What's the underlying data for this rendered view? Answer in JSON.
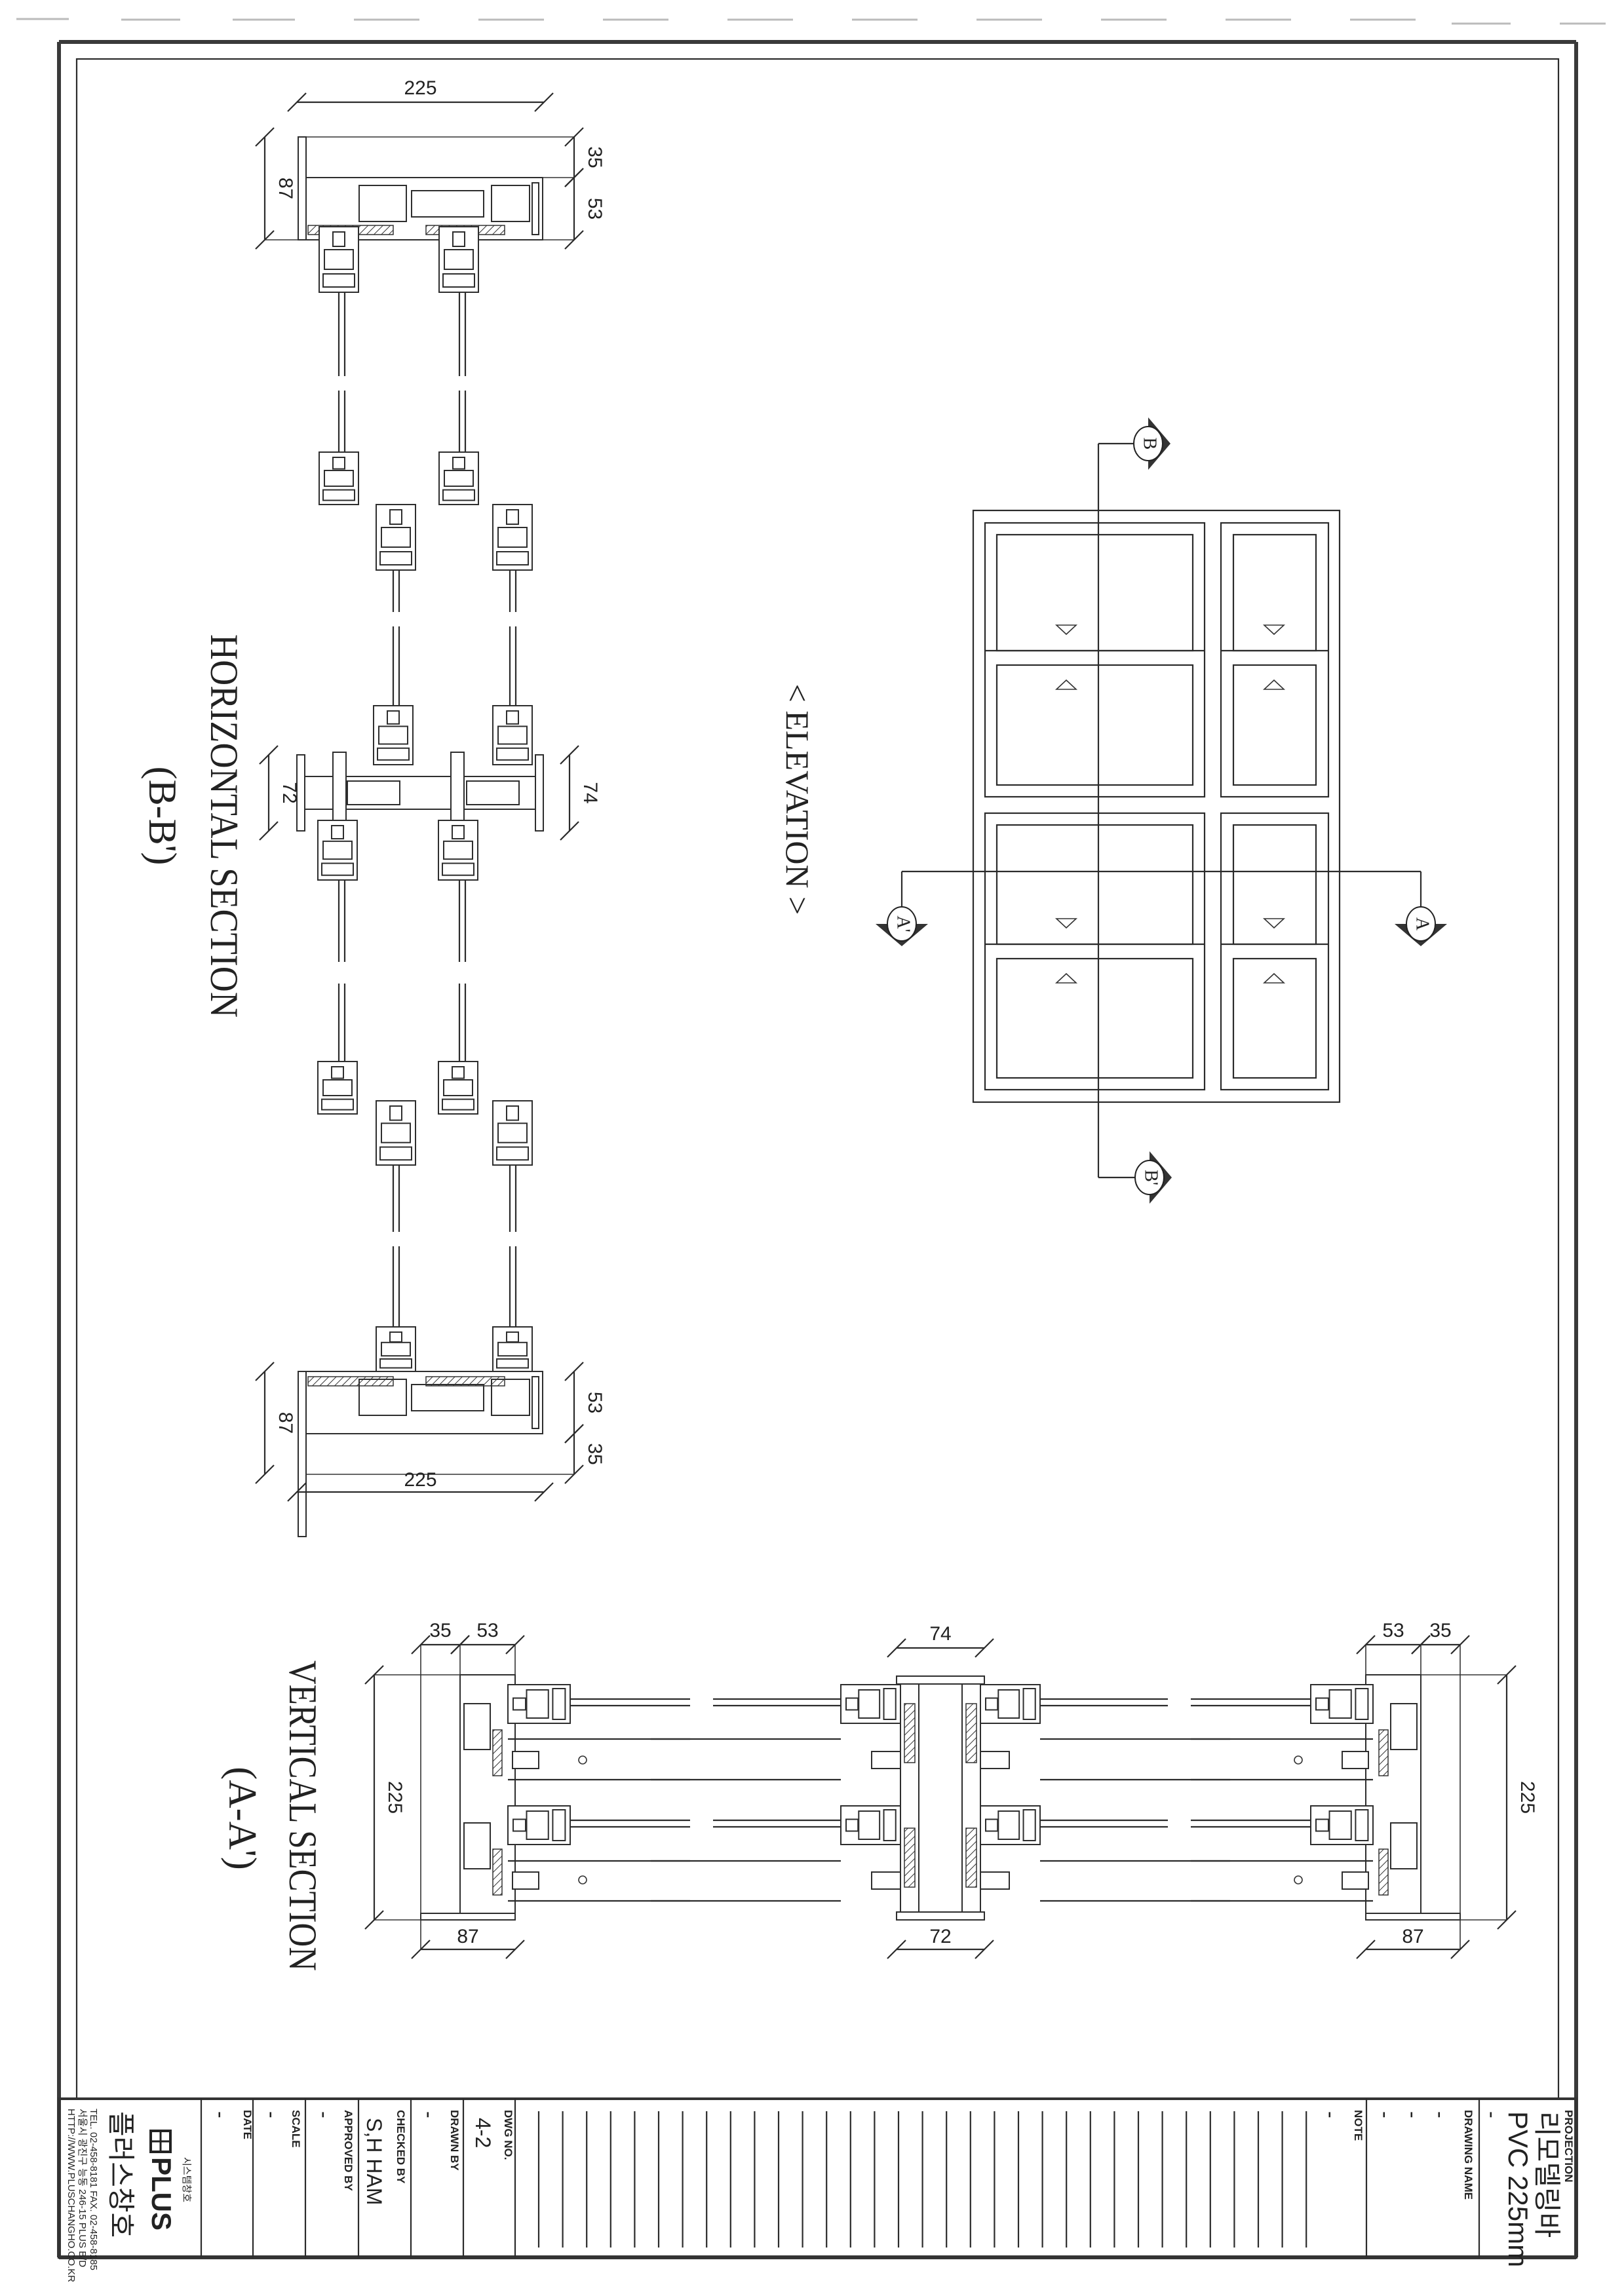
{
  "title_block": {
    "projection_label": "PROJECTION",
    "project_name": "리모델링바",
    "product": "PVC 225mm",
    "projection_value": "-",
    "drawing_name_label": "DRAWING NAME",
    "drawing_name_values": [
      "-",
      "-",
      "-"
    ],
    "note_label": "NOTE",
    "note_value": "-",
    "dwg_no_label": "DWG NO.",
    "dwg_no": "4-2",
    "drawn_by_label": "DRAWN BY",
    "drawn_by": "-",
    "checked_by_label": "CHECKED BY",
    "checked_by": "S,H HAM",
    "approved_by_label": "APPROVED BY",
    "approved_by": "-",
    "scale_label": "SCALE",
    "scale": "-",
    "date_label": "DATE",
    "date": "-"
  },
  "company": {
    "logo_text": "PLUS",
    "logo_subtitle": "시스템창호",
    "name_korean": "플러스창호",
    "tel": "TEL. 02-458-8181   FAX. 02-458-8185",
    "address": "서울시 광진구 능동 246-15 PLUS B/D",
    "website": "HTTP://WWW.PLUSCHANGHO.CO.KR"
  },
  "views": {
    "elevation_title": "< ELEVATION >",
    "horizontal_title": "HORIZONTAL SECTION",
    "horizontal_ref": "(B-B')",
    "vertical_title": "VERTICAL SECTION",
    "vertical_ref": "(A-A')",
    "markers": {
      "b": "B",
      "b_prime": "B'",
      "a": "A",
      "a_prime": "A'"
    }
  },
  "dimensions": {
    "horizontal_section": {
      "top_overall": "225",
      "top_depth": "87",
      "top_outer": "35",
      "top_frame": "53",
      "mullion_left": "72",
      "mullion_right": "74",
      "bottom_depth": "87",
      "bottom_frame": "53",
      "bottom_outer": "35",
      "bottom_overall": "225"
    },
    "vertical_section": {
      "left_outer": "35",
      "left_frame": "53",
      "left_overall": "225",
      "left_depth": "87",
      "mullion_top": "74",
      "mullion_bottom": "72",
      "right_frame": "53",
      "right_outer": "35",
      "right_overall": "225",
      "right_depth": "87"
    }
  },
  "colors": {
    "ink": "#2b2b2b",
    "paper": "#ffffff"
  }
}
